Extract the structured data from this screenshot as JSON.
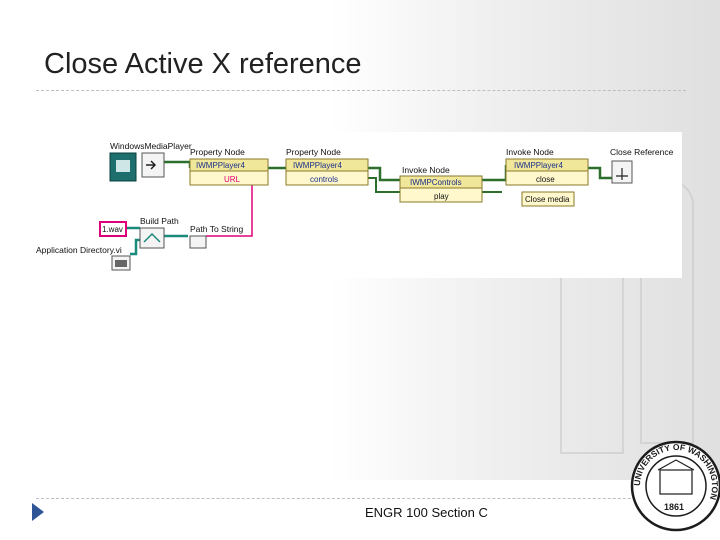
{
  "slide": {
    "title": "Close Active X reference",
    "footer": "ENGR 100 Section C"
  },
  "diagram": {
    "nodes": {
      "wmp_control": {
        "label": "WindowsMediaPlayer"
      },
      "property_node_1": {
        "label": "Property Node",
        "class_ref": "IWMPPlayer4",
        "property": "URL"
      },
      "property_node_2": {
        "label": "Property Node",
        "class_ref": "IWMPPlayer4",
        "property": "controls"
      },
      "invoke_node_1": {
        "label": "Invoke Node",
        "class_ref": "IWMPControls",
        "method": "play"
      },
      "invoke_node_2": {
        "label": "Invoke Node",
        "class_ref": "IWMPPlayer4",
        "method": "close"
      },
      "close_reference": {
        "label": "Close Reference"
      },
      "close_media_label": {
        "label": "Close media"
      },
      "wav_constant": {
        "label": "1.wav"
      },
      "build_path": {
        "label": "Build Path"
      },
      "path_to_string": {
        "label": "Path To String"
      },
      "app_directory": {
        "label": "Application Directory.vi"
      }
    }
  },
  "seal": {
    "text": "UNIVERSITY OF WASHINGTON",
    "year": "1861"
  },
  "colors": {
    "accent": "#2f5597",
    "wire_refnum": "#2c6e2c",
    "wire_string": "#e2007a",
    "wire_path": "#1a8a7a",
    "property_label": "#1a2f8a"
  }
}
